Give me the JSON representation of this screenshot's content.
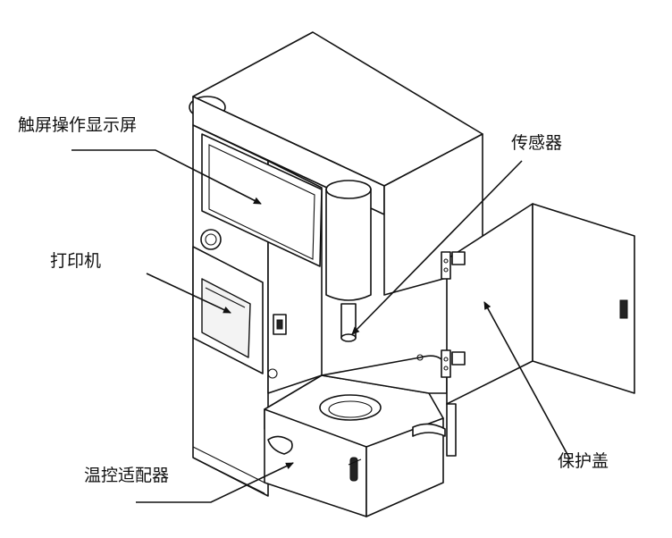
{
  "labels": {
    "touchscreen": "触屏操作显示屏",
    "printer": "打印机",
    "sensor": "传感器",
    "temp_adapter": "温控适配器",
    "cover": "保护盖"
  },
  "colors": {
    "line": "#111111",
    "background": "#ffffff"
  }
}
